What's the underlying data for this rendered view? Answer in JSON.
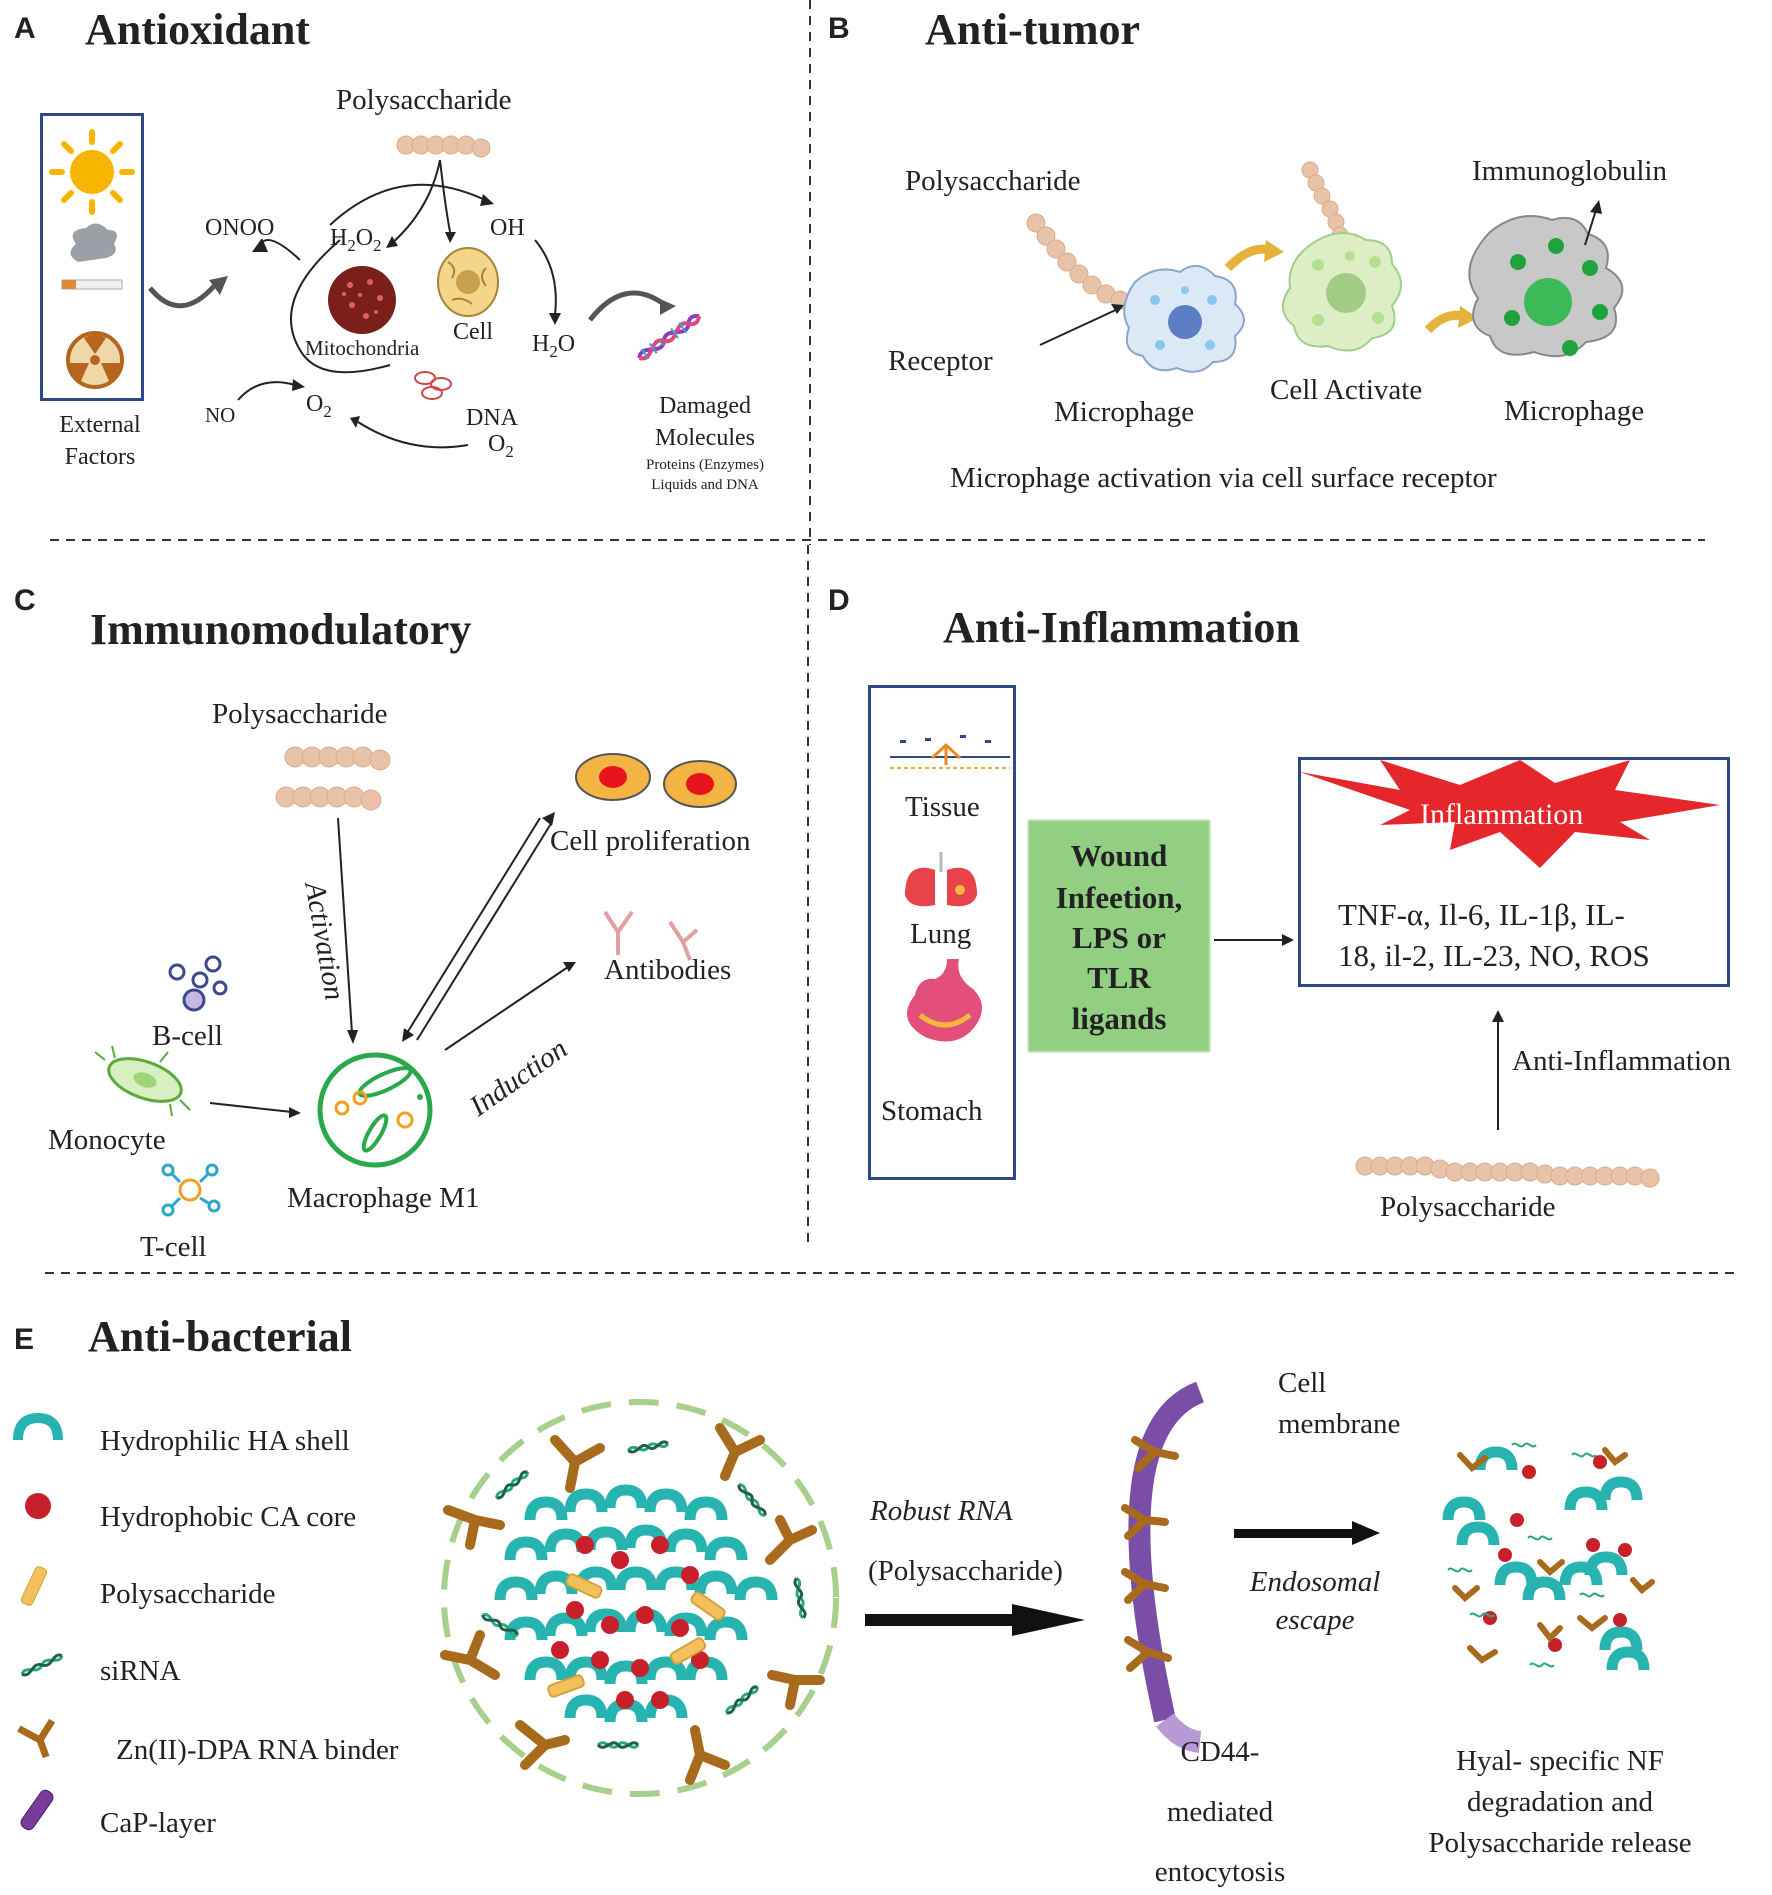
{
  "panels": {
    "a": {
      "letter": "A",
      "title": "Antioxidant",
      "polysaccharide": "Polysaccharide",
      "external_factors": [
        "External",
        "Factors"
      ],
      "onoo": "ONOO",
      "h2o2": "H2O2",
      "oh": "OH",
      "mitochondria": "Mitochondria",
      "cell": "Cell",
      "h2o": "H2O",
      "no": "NO",
      "o2": "O2",
      "dna": "DNA",
      "o2_b": "O2",
      "damaged": [
        "Damaged",
        "Molecules"
      ],
      "damaged_sub": [
        "Proteins (Enzymes)",
        "Liquids and DNA"
      ]
    },
    "b": {
      "letter": "B",
      "title": "Anti-tumor",
      "polysaccharide": "Polysaccharide",
      "immunoglobulin": "Immunoglobulin",
      "receptor": "Receptor",
      "microphage_1": "Microphage",
      "cell_activate": "Cell Activate",
      "microphage_2": "Microphage",
      "caption": "Microphage activation via cell surface receptor"
    },
    "c": {
      "letter": "C",
      "title": "Immunomodulatory",
      "polysaccharide": "Polysaccharide",
      "activation": "Activation",
      "cell_proliferation": "Cell proliferation",
      "antibodies": "Antibodies",
      "induction": "Induction",
      "b_cell": "B-cell",
      "monocyte": "Monocyte",
      "t_cell": "T-cell",
      "macrophage": "Macrophage M1"
    },
    "d": {
      "letter": "D",
      "title": "Anti-Inflammation",
      "tissue": "Tissue",
      "lung": "Lung",
      "stomach": "Stomach",
      "wound": [
        "Wound",
        "Infeetion,",
        "LPS or",
        "TLR",
        "ligands"
      ],
      "inflammation": "Inflammation",
      "cytokines": [
        "TNF-α, Il-6, IL-1β, IL-",
        "18, il-2, IL-23, NO, ROS"
      ],
      "anti_inflammation": "Anti-Inflammation",
      "polysaccharide": "Polysaccharide"
    },
    "e": {
      "letter": "E",
      "title": "Anti-bacterial",
      "legend": [
        "Hydrophilic HA shell",
        "Hydrophobic CA core",
        "Polysaccharide",
        "siRNA",
        "Zn(II)-DPA RNA binder",
        "CaP-layer"
      ],
      "robust_rna": "Robust RNA",
      "robust_rna_sub": "(Polysaccharide)",
      "cell_membrane": [
        "Cell",
        "membrane"
      ],
      "endosomal": [
        "Endosomal",
        "escape"
      ],
      "cd44": [
        "CD44-",
        "mediated",
        "entocytosis"
      ],
      "hyal": [
        "Hyal- specific NF",
        "degradation and",
        "Polysaccharide release"
      ]
    }
  },
  "colors": {
    "box_border": "#2d4a86",
    "bead": "#e9c3a8",
    "teal": "#27b3b0",
    "brown": "#a86a1c",
    "red_core": "#c8202a",
    "green_box": "#92cf83",
    "inflammation_red": "#e5262a"
  }
}
